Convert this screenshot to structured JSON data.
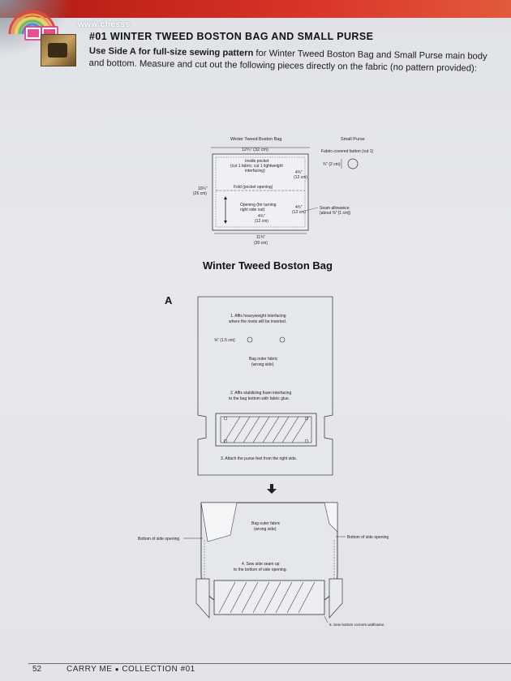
{
  "header": {
    "watermark": "www.chesss",
    "title": "#01 WINTER TWEED BOSTON BAG AND SMALL PURSE",
    "intro_bold": "Use Side A for full-size sewing pattern",
    "intro_rest": " for Winter Tweed Boston Bag and Small Purse main body and bottom. Measure and cut out the following pieces directly on the fabric (no pattern provided):"
  },
  "cut_diagram": {
    "bag_title": "Winter Tweed Boston Bag",
    "purse_title": "Small Purse",
    "top_width": "12¾\" (32 cm)",
    "inside_pocket": [
      "Inside pocket",
      "(cut 1 fabric; cut 1 lightweight",
      "interfacing)"
    ],
    "pocket_height": [
      "4¾\"",
      "(12 cm)"
    ],
    "fold": "Fold (pocket opening)",
    "side_height": [
      "10¼\"",
      "(26 cm)"
    ],
    "opening": [
      "Opening (for turning",
      "right side out)"
    ],
    "lower_height": [
      "4¾\"",
      "(12 cm)"
    ],
    "inner_height": [
      "4¾\"",
      "(12 cm)"
    ],
    "seam": [
      "Seam allowance",
      "(about ⅜\" [1 cm])"
    ],
    "bottom_width": [
      "11¾\"",
      "(30 cm)"
    ],
    "purse_button": "Fabric-covered button (cut 1)",
    "button_size": "¾\" (2 cm)"
  },
  "section_title": "Winter Tweed Boston Bag",
  "step_letter": "A",
  "diagram_a": {
    "step1": [
      "1. Affix heavyweight interfacing",
      "where the rivets will be inserted."
    ],
    "rivet_size": "⅝\" (1.5 cm)",
    "outer": [
      "Bag outer fabric",
      "(wrong side)"
    ],
    "step2": [
      "2. Affix stabilizing foam interfacing",
      "to the bag bottom with fabric glue."
    ],
    "step3": "3. Attach the purse feet from the right side."
  },
  "diagram_b": {
    "outer": [
      "Bag outer fabric",
      "(wrong side)"
    ],
    "left_label": "Bottom of side opening",
    "right_label": "Bottom of side opening",
    "step4": [
      "4. Sew side seam up",
      "to the bottom of side opening."
    ],
    "step5": "5. Sew bottom corners widthwise."
  },
  "footer": {
    "page_number": "52",
    "book": "CARRY ME",
    "collection": "COLLECTION #01"
  }
}
